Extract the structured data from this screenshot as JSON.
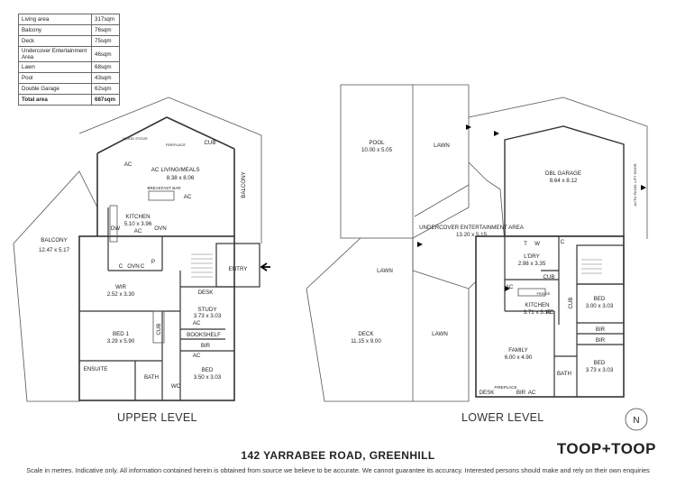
{
  "area_table": [
    {
      "label": "Living area",
      "value": "317sqm"
    },
    {
      "label": "Balcony",
      "value": "76sqm"
    },
    {
      "label": "Deck",
      "value": "75sqm"
    },
    {
      "label": "Undercover Entertainment Area",
      "value": "46sqm"
    },
    {
      "label": "Lawn",
      "value": "68sqm"
    },
    {
      "label": "Pool",
      "value": "43sqm"
    },
    {
      "label": "Double Garage",
      "value": "62sqm"
    },
    {
      "label": "Total area",
      "value": "687sqm"
    }
  ],
  "upper": {
    "title": "UPPER LEVEL",
    "balcony_left": {
      "name": "BALCONY",
      "dim": "12.47 x 5.17"
    },
    "balcony_right": "BALCONY",
    "living": {
      "name": "LIVING/MEALS",
      "dim": "8.38 x 8.06"
    },
    "kitchen": {
      "name": "KITCHEN",
      "dim": "5.10 x 3.96"
    },
    "wir": {
      "name": "WIR",
      "dim": "2.52 x 3.30"
    },
    "bed1": {
      "name": "BED 1",
      "dim": "3.29 x 5.90"
    },
    "study": {
      "name": "STUDY",
      "dim": "3.73 x 3.03"
    },
    "bed": {
      "name": "BED",
      "dim": "3.50 x 3.03"
    },
    "entry": "ENTRY",
    "desk": "DESK",
    "bookshelf": "BOOKSHELF",
    "bir": "BIR",
    "ensuite": "ENSUITE",
    "bath": "BATH",
    "wc": "WC",
    "cub": "CUB",
    "woodstove": "WOOD STOVE",
    "fireplace": "FIREPLACE",
    "breakfast": "BREAKFAST BAR",
    "ac": "AC",
    "dw": "DW",
    "ovn": "OVN",
    "c": "C",
    "p": "P"
  },
  "lower": {
    "title": "LOWER LEVEL",
    "pool": {
      "name": "POOL",
      "dim": "10.00 x 5.05"
    },
    "lawn": "LAWN",
    "garage": {
      "name": "DBL GARAGE",
      "dim": "8.64 x 8.12"
    },
    "garage_door": "AUTO PANEL LIFT DOOR",
    "undercover": {
      "name": "UNDERCOVER ENTERTAINMENT AREA",
      "dim": "13.20 x 5.15"
    },
    "deck": {
      "name": "DECK",
      "dim": "11.15 x 9.00"
    },
    "ldry": {
      "name": "L'DRY",
      "dim": "2.98 x 3.35"
    },
    "kitchen": {
      "name": "KITCHEN",
      "dim": "3.71 x 3.15"
    },
    "family": {
      "name": "FAMILY",
      "dim": "6.00 x 4.90"
    },
    "bed_a": {
      "name": "BED",
      "dim": "3.00 x 3.03"
    },
    "bed_b": {
      "name": "BED",
      "dim": "3.73 x 3.03"
    },
    "bath": "BATH",
    "bir": "BIR",
    "cub": "CUB",
    "desk": "DESK",
    "fireplace": "FIREPLACE",
    "fridge": "FRIDGE",
    "t": "T",
    "w": "W",
    "c": "C",
    "ac": "AC"
  },
  "address": "142 YARRABEE ROAD, GREENHILL",
  "brand": "TOOP+TOOP",
  "compass": "N",
  "disclaimer": "Scale in metres. Indicative only. All information contained herein is obtained from source we believe to be accurate. We cannot guarantee its accuracy. Interested persons should make and rely on their own enquiries"
}
